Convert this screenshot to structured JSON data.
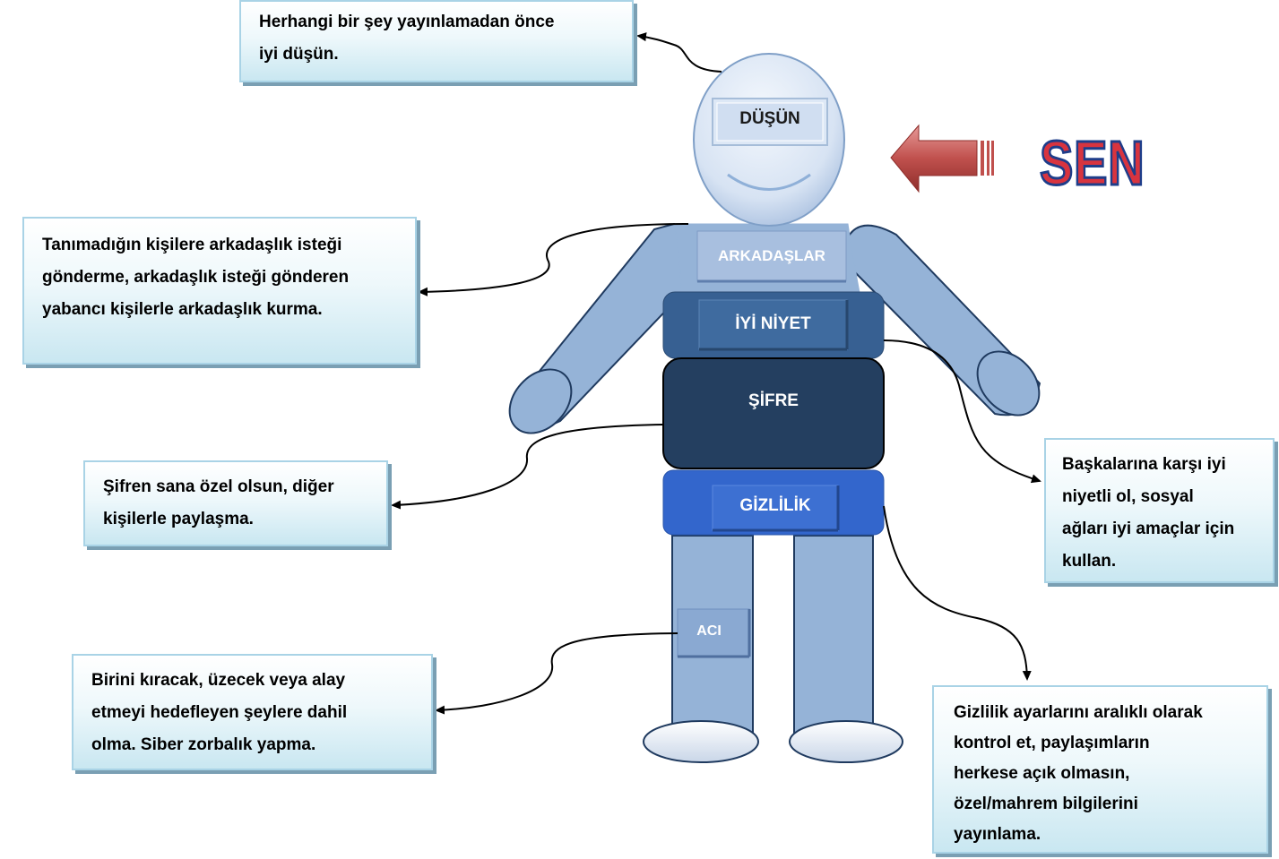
{
  "figure_labels": {
    "sen": "SEN",
    "head": "DÜŞÜN",
    "chest": "ARKADAŞLAR",
    "belt1": "İYİ NİYET",
    "belly": "ŞİFRE",
    "hips": "GİZLİLİK",
    "leg": "ACI"
  },
  "callouts": {
    "think": [
      "Herhangi bir şey yayınlamadan önce",
      "iyi düşün."
    ],
    "friends": [
      "Tanımadığın kişilere arkadaşlık isteği",
      "gönderme, arkadaşlık isteği gönderen",
      "yabancı kişilerle arkadaşlık kurma."
    ],
    "password": [
      "Şifren sana özel olsun, diğer",
      "kişilerle paylaşma."
    ],
    "pain": [
      "Birini kıracak, üzecek veya alay",
      "etmeyi hedefleyen şeylere dahil",
      "olma. Siber zorbalık yapma."
    ],
    "goodwill": [
      "Başkalarına karşı iyi",
      "niyetli ol, sosyal",
      "ağları iyi amaçlar için",
      "kullan."
    ],
    "privacy": [
      "Gizlilik ayarlarını aralıklı olarak",
      "kontrol et,  paylaşımların",
      "herkese açık olmasın,",
      "özel/mahrem bilgilerini",
      "yayınlama."
    ]
  },
  "colors": {
    "body": "#95b3d7",
    "outline": "#1f3a5f",
    "goodwill_band": "#376092",
    "password_band": "#243f60",
    "privacy_band": "#3366cc",
    "arrow_red": "#c0504d"
  }
}
